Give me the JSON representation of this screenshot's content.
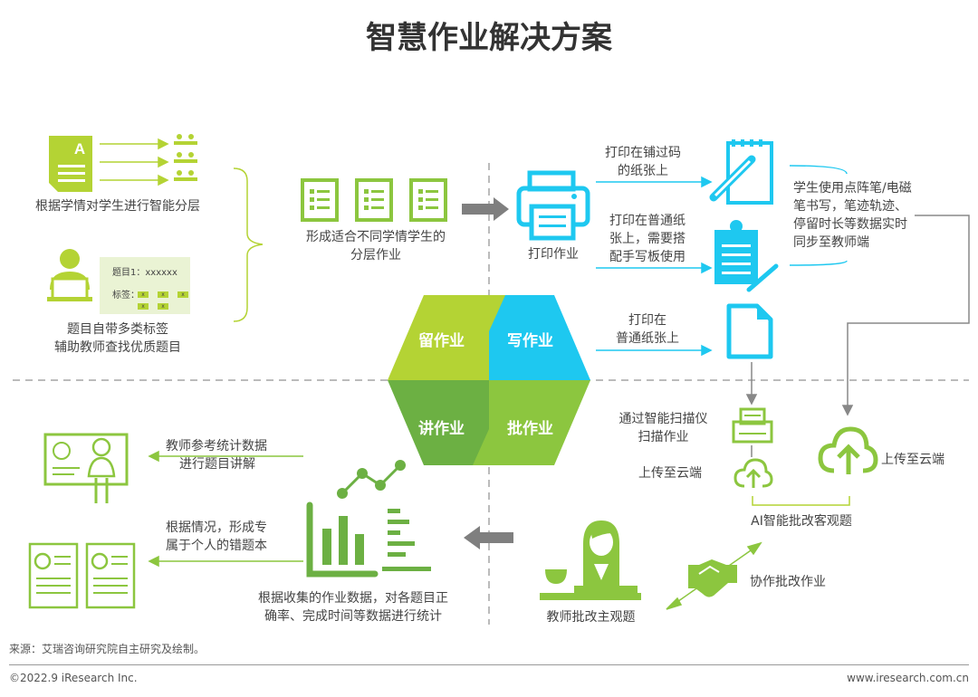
{
  "title": "智慧作业解决方案",
  "colors": {
    "lime": "#b4d334",
    "cyan": "#1ec8f0",
    "green": "#8cc63f",
    "dark_green": "#6cb043",
    "gray": "#7f7f7f"
  },
  "cycle": {
    "assign": "留作业",
    "write": "写作业",
    "explain": "讲作业",
    "grade": "批作业"
  },
  "assign": {
    "stratify": "根据学情对学生进行智能分层",
    "tags_line1": "题目自带多类标签",
    "tags_line2": "辅助教师查找优质题目",
    "card_title": "题目1：xxxxxx",
    "card_tags_label": "标签：",
    "tag": "x",
    "result_line1": "形成适合不同学情学生的",
    "result_line2": "分层作业"
  },
  "write": {
    "print": "打印作业",
    "coded_1": "打印在铺过码",
    "coded_2": "的纸张上",
    "plain_board_1": "打印在普通纸",
    "plain_board_2": "张上，需要搭",
    "plain_board_3": "配手写板使用",
    "plain_1": "打印在",
    "plain_2": "普通纸张上",
    "sync_1": "学生使用点阵笔/电磁",
    "sync_2": "笔书写，笔迹轨迹、",
    "sync_3": "停留时长等数据实时",
    "sync_4": "同步至教师端"
  },
  "grade": {
    "scan_1": "通过智能扫描仪",
    "scan_2": "扫描作业",
    "upload_small": "上传至云端",
    "upload_large": "上传至云端",
    "ai": "AI智能批改客观题",
    "collab": "协作批改作业",
    "teacher": "教师批改主观题"
  },
  "explain": {
    "stats_1": "根据收集的作业数据，对各题目正",
    "stats_2": "确率、完成时间等数据进行统计",
    "lecture_1": "教师参考统计数据",
    "lecture_2": "进行题目讲解",
    "mistakes_1": "根据情况，形成专",
    "mistakes_2": "属于个人的错题本"
  },
  "footer": {
    "source": "来源：艾瑞咨询研究院自主研究及绘制。",
    "copyright": "©2022.9 iResearch Inc.",
    "site": "www.iresearch.com.cn"
  }
}
